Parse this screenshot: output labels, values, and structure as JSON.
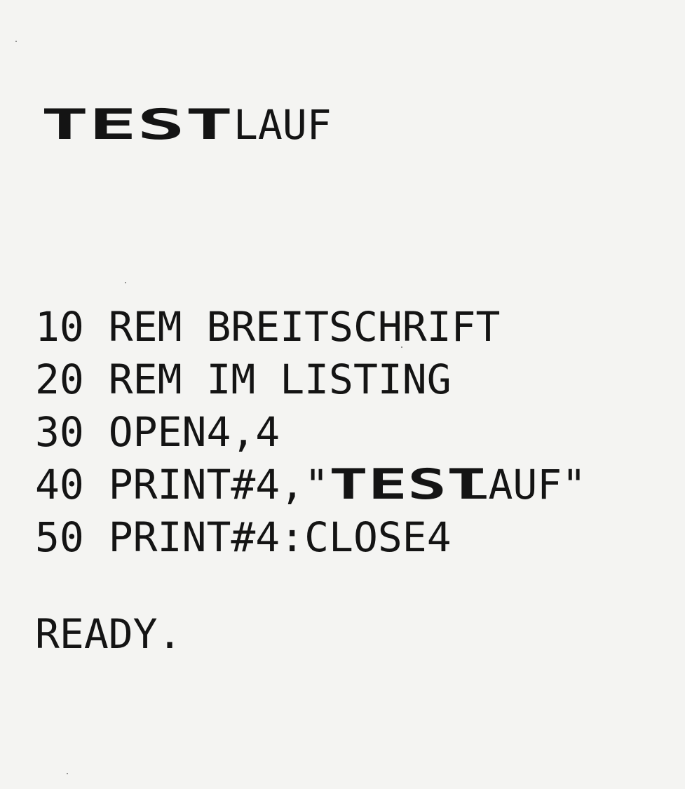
{
  "title": {
    "wide_part": "TEST",
    "normal_part": "LAUF"
  },
  "listing": [
    {
      "number": "10",
      "code": "REM BREITSCHRIFT"
    },
    {
      "number": "20",
      "code": "REM IM LISTING"
    },
    {
      "number": "30",
      "code": "OPEN4,4"
    },
    {
      "number": "40",
      "code_prefix": "PRINT#4,\"",
      "code_wide": "TEST",
      "code_suffix": "LAUF\""
    },
    {
      "number": "50",
      "code": "PRINT#4:CLOSE4"
    }
  ],
  "status": "READY."
}
